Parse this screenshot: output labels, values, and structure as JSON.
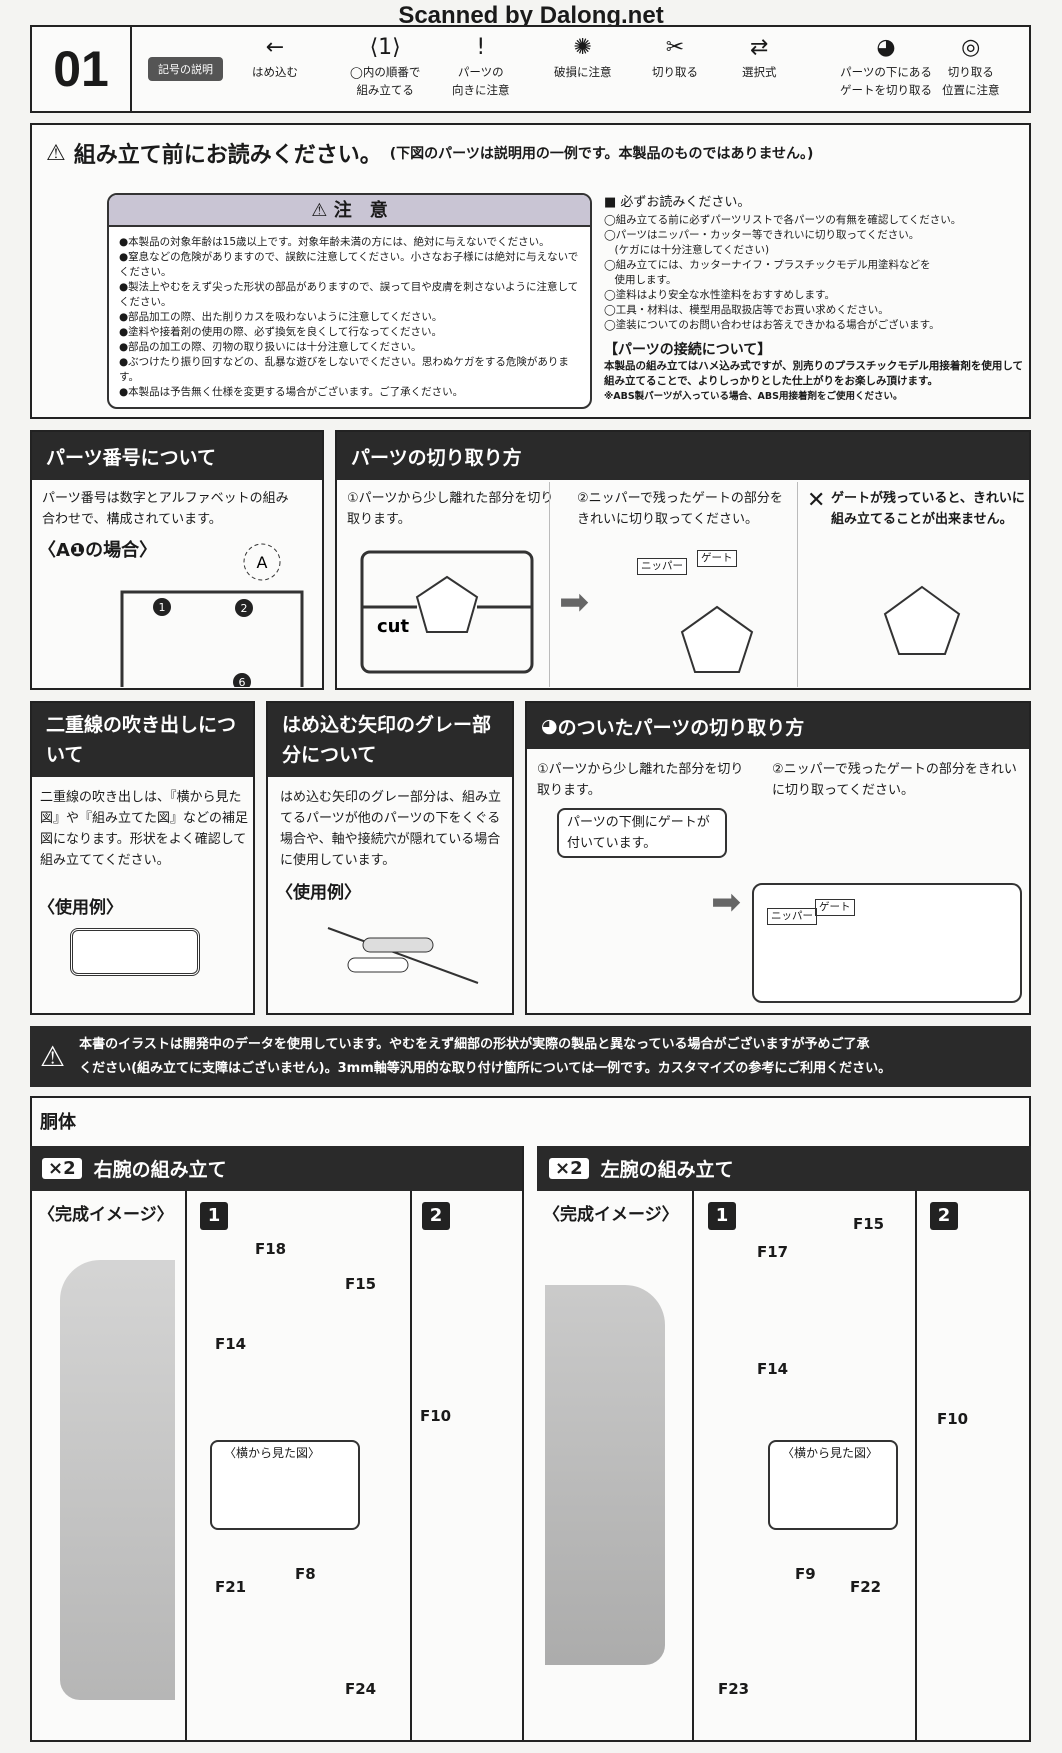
{
  "watermark": "Scanned by Dalong.net",
  "header": {
    "page_number": "01",
    "legend_badge": "記号の説明",
    "symbols": [
      {
        "icon": "arrow-left-icon",
        "glyph": "←",
        "label1": "はめ込む",
        "label2": ""
      },
      {
        "icon": "hexagon-step-icon",
        "glyph": "⟨1⟩",
        "label1": "◯内の順番で",
        "label2": "組み立てる"
      },
      {
        "icon": "exclamation-icon",
        "glyph": "!",
        "label1": "パーツの",
        "label2": "向きに注意"
      },
      {
        "icon": "breakage-icon",
        "glyph": "✺",
        "label1": "破損に注意",
        "label2": ""
      },
      {
        "icon": "cut-icon",
        "glyph": "✂",
        "label1": "切り取る",
        "label2": ""
      },
      {
        "icon": "swap-arrows-icon",
        "glyph": "⇄",
        "label1": "選択式",
        "label2": ""
      },
      {
        "icon": "under-gate-icon",
        "glyph": "◕",
        "label1": "パーツの下にある",
        "label2": "ゲートを切り取る"
      },
      {
        "icon": "cut-position-icon",
        "glyph": "◎",
        "label1": "切り取る",
        "label2": "位置に注意"
      }
    ]
  },
  "warning": {
    "title": "組み立て前にお読みください。",
    "subtitle": "(下図のパーツは説明用の一例です。本製品のものではありません。)",
    "caution_title": "注　意",
    "caution_items": [
      "●本製品の対象年齢は15歳以上です。対象年齢未満の方には、絶対に与えないでください。",
      "●窒息などの危険がありますので、誤飲に注意してください。小さなお子様には絶対に与えないでください。",
      "●製法上やむをえず尖った形状の部品がありますので、誤って目や皮膚を刺さないように注意してください。",
      "●部品加工の際、出た削りカスを吸わないように注意してください。",
      "●塗料や接着剤の使用の際、必ず換気を良くして行なってください。",
      "●部品の加工の際、刃物の取り扱いには十分注意してください。",
      "●ぶつけたり振り回すなどの、乱暴な遊びをしないでください。思わぬケガをする危険があります。",
      "●本製品は予告無く仕様を変更する場合がございます。ご了承ください。"
    ],
    "read_title": "■ 必ずお読みください。",
    "read_items": [
      "◯組み立てる前に必ずパーツリストで各パーツの有無を確認してください。",
      "◯パーツはニッパー・カッター等できれいに切り取ってください。",
      "　(ケガには十分注意してください)",
      "◯組み立てには、カッターナイフ・プラスチックモデル用塗料などを",
      "　使用します。",
      "◯塗料はより安全な水性塗料をおすすめします。",
      "◯工具・材料は、模型用品取扱店等でお買い求めください。",
      "◯塗装についてのお問い合わせはお答えできかねる場合がございます。"
    ],
    "connect_title": "【パーツの接続について】",
    "connect_text": "本製品の組み立てはハメ込み式ですが、別売りのプラスチックモデル用接着剤を使用して組み立てることで、よりしっかりとした仕上がりをお楽しみ頂けます。",
    "connect_note": "※ABS製パーツが入っている場合、ABS用接着剤をご使用ください。"
  },
  "parts_number": {
    "title": "パーツ番号について",
    "text": "パーツ番号は数字とアルファベットの組み合わせで、構成されています。",
    "example": "〈A❶の場合〉",
    "runner_letter": "A",
    "tags": [
      "1",
      "2",
      "6"
    ]
  },
  "cutting": {
    "title": "パーツの切り取り方",
    "step1": "①パーツから少し離れた部分を切り取ります。",
    "cut_label": "cut",
    "step2": "②ニッパーで残ったゲートの部分をきれいに切り取ってください。",
    "nipper": "ニッパー",
    "gate": "ゲート",
    "ng": "ゲートが残っていると、きれいに組み立てることが出来ません。"
  },
  "double_line": {
    "title": "二重線の吹き出しについて",
    "text": "二重線の吹き出しは、『横から見た図』や『組み立てた図』などの補足図になります。形状をよく確認して組み立ててください。",
    "example": "〈使用例〉"
  },
  "gray_arrow": {
    "title": "はめ込む矢印のグレー部分について",
    "text": "はめ込む矢印のグレー部分は、組み立てるパーツが他のパーツの下をくぐる場合や、軸や接続穴が隠れている場合に使用しています。",
    "example": "〈使用例〉"
  },
  "under_gate": {
    "title": "のついたパーツの切り取り方",
    "step1": "①パーツから少し離れた部分を切り取ります。",
    "bubble": "パーツの下側にゲートが付いています。",
    "step2": "②ニッパーで残ったゲートの部分をきれいに切り取ってください。",
    "nipper": "ニッパー",
    "gate": "ゲート"
  },
  "notice": {
    "text1": "本書のイラストは開発中のデータを使用しています。やむをえず細部の形状が実際の製品と異なっている場合がございますが予めご了承",
    "text2": "ください(組み立てに支障はございません)。3mm軸等汎用的な取り付け箇所については一例です。カスタマイズの参考にご利用ください。"
  },
  "body": {
    "title": "胴体",
    "right_arm": {
      "qty": "×2",
      "title": "右腕の組み立て",
      "image_label": "〈完成イメージ〉",
      "step1": "1",
      "step2": "2",
      "side_view": "〈横から見た図〉",
      "parts": [
        "F18",
        "F15",
        "F14",
        "F10",
        "F21",
        "F8",
        "F24"
      ]
    },
    "left_arm": {
      "qty": "×2",
      "title": "左腕の組み立て",
      "image_label": "〈完成イメージ〉",
      "step1": "1",
      "step2": "2",
      "side_view": "〈横から見た図〉",
      "parts": [
        "F15",
        "F17",
        "F14",
        "F10",
        "F9",
        "F22",
        "F23"
      ]
    }
  }
}
